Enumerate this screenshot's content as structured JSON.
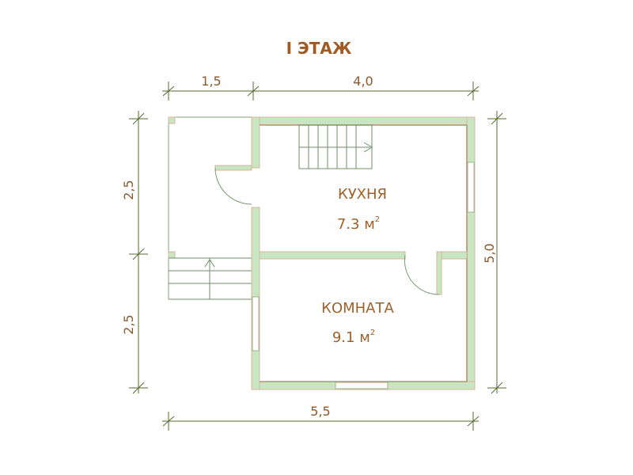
{
  "title": "I ЭТАЖ",
  "dimensions": {
    "top_left": "1,5",
    "top_right": "4,0",
    "left_upper": "2,5",
    "left_lower": "2,5",
    "right": "5,0",
    "bottom": "5,5"
  },
  "rooms": [
    {
      "name": "КУХНЯ",
      "area_value": "7.3 м",
      "area_sup": "2"
    },
    {
      "name": "КОМНАТА",
      "area_value": "9.1 м",
      "area_sup": "2"
    }
  ]
}
